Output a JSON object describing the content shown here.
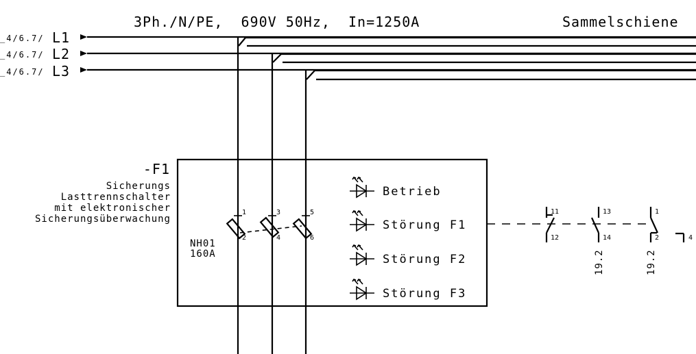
{
  "bus": {
    "spec": "3Ph./N/PE,  690V 50Hz,  In=1250A",
    "name": "Sammelschiene",
    "phases": [
      {
        "ref": "_4/6.7/",
        "label": "L1"
      },
      {
        "ref": "_4/6.7/",
        "label": "L2"
      },
      {
        "ref": "_4/6.7/",
        "label": "L3"
      }
    ]
  },
  "device": {
    "tag": "-F1",
    "description": [
      "Sicherungs",
      "Lasttrennschalter",
      "mit elektronischer",
      "Sicherungsüberwachung"
    ],
    "fuse_type": "NH01",
    "fuse_rating": "160A",
    "terminals_top": [
      "1",
      "3",
      "5"
    ],
    "terminals_bottom": [
      "2",
      "4",
      "6"
    ],
    "indicators": [
      "Betrieb",
      "Störung F1",
      "Störung F2",
      "Störung F3"
    ]
  },
  "contacts": [
    {
      "top": "11",
      "bottom": "12",
      "ref": ""
    },
    {
      "top": "13",
      "bottom": "14",
      "ref": "19.2"
    },
    {
      "top": "1",
      "bottom": "2",
      "ref": "19.2"
    },
    {
      "top": "",
      "bottom": "4",
      "ref": ""
    }
  ]
}
